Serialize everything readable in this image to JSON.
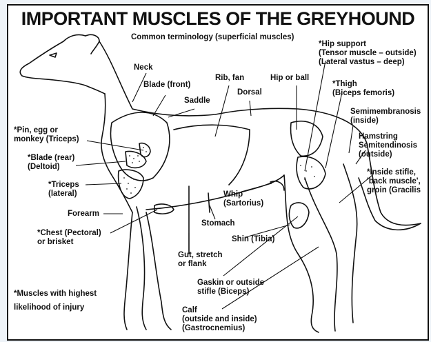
{
  "title": "IMPORTANT MUSCLES OF THE GREYHOUND",
  "subtitle": "Common terminology (superficial muscles)",
  "labels": {
    "neck": "Neck",
    "blade_front": "Blade (front)",
    "rib_fan": "Rib, fan",
    "saddle": "Saddle",
    "dorsal": "Dorsal",
    "hip_or_ball": "Hip or ball",
    "hip_support_1": "*Hip support",
    "hip_support_2": "(Tensor muscle – outside)",
    "hip_support_3": "(Lateral vastus – deep)",
    "thigh_1": "*Thigh",
    "thigh_2": "(Biceps femoris)",
    "semimembranosis_1": "Semimembranosis",
    "semimembranosis_2": "(inside)",
    "hamstring_1": "Hamstring",
    "hamstring_2": "Semitendinosis",
    "hamstring_3": "(outside)",
    "inside_stifle_1": "*Inside stifle,",
    "inside_stifle_2": "'back muscle',",
    "inside_stifle_3": "groin (Gracilis",
    "pin_1": "*Pin, egg or",
    "pin_2": "monkey (Triceps)",
    "blade_rear_1": "*Blade (rear)",
    "blade_rear_2": "(Deltoid)",
    "triceps_1": "*Triceps",
    "triceps_2": "(lateral)",
    "forearm": "Forearm",
    "chest_1": "*Chest (Pectoral)",
    "chest_2": "or brisket",
    "whip_1": "Whip",
    "whip_2": "(Sartorius)",
    "stomach": "Stomach",
    "shin": "Shin (Tibia)",
    "gut_1": "Gut, stretch",
    "gut_2": "or flank",
    "gaskin_1": "Gaskin or outside",
    "gaskin_2": "stifle (Biceps)",
    "calf_1": "Calf",
    "calf_2": "(outside and inside)",
    "calf_3": "(Gastrocnemius)",
    "injury_1": "*Muscles with highest",
    "injury_2": "likelihood of injury"
  }
}
